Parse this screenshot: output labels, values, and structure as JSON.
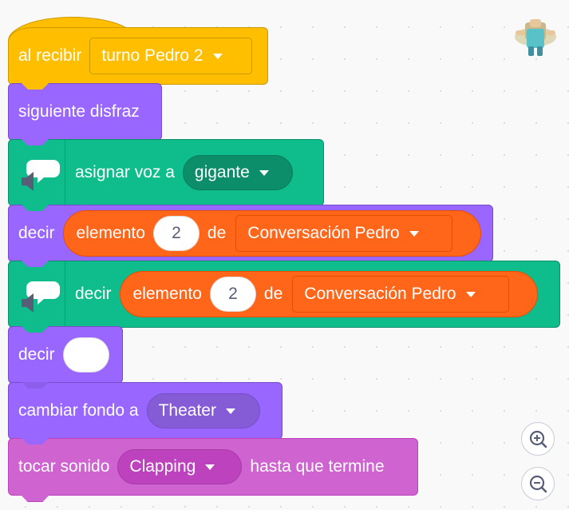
{
  "colors": {
    "events": "#ffbf00",
    "looks": "#9966ff",
    "pen_ext": "#0fbd8c",
    "operators": "#ff6619",
    "sound": "#cf63cf"
  },
  "blocks": {
    "when_receive": {
      "label": "al recibir",
      "message": "turno Pedro 2"
    },
    "next_costume": {
      "label": "siguiente disfraz"
    },
    "set_voice": {
      "label": "asignar voz a",
      "voice": "gigante"
    },
    "say_1": {
      "label": "decir",
      "item_label": "elemento",
      "index": "2",
      "of_label": "de",
      "list": "Conversación Pedro"
    },
    "speak": {
      "label": "decir",
      "item_label": "elemento",
      "index": "2",
      "of_label": "de",
      "list": "Conversación Pedro"
    },
    "say_2": {
      "label": "decir"
    },
    "switch_backdrop": {
      "label": "cambiar fondo a",
      "backdrop": "Theater"
    },
    "play_sound": {
      "label": "tocar sonido",
      "sound": "Clapping",
      "suffix": "hasta que termine"
    }
  },
  "icons": {
    "speech": "text-to-speech-icon",
    "zoom_in": "zoom-in-icon",
    "zoom_out": "zoom-out-icon",
    "sprite": "sprite-thumbnail"
  }
}
